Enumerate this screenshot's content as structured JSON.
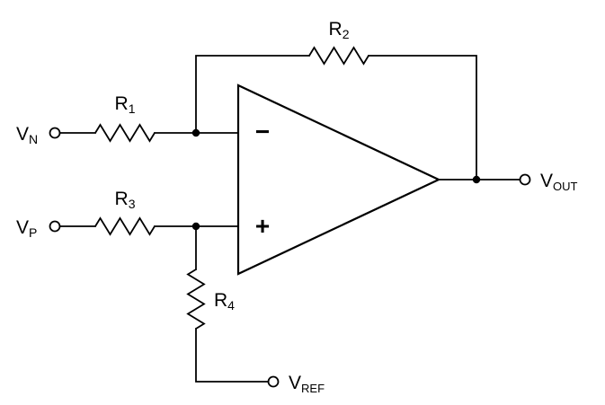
{
  "components": {
    "r1": {
      "name": "R",
      "sub": "1"
    },
    "r2": {
      "name": "R",
      "sub": "2"
    },
    "r3": {
      "name": "R",
      "sub": "3"
    },
    "r4": {
      "name": "R",
      "sub": "4"
    }
  },
  "terminals": {
    "vn": {
      "name": "V",
      "sub": "N"
    },
    "vp": {
      "name": "V",
      "sub": "P"
    },
    "vout": {
      "name": "V",
      "sub": "OUT"
    },
    "vref": {
      "name": "V",
      "sub": "REF"
    }
  },
  "opamp": {
    "inverting_sign": "−",
    "noninverting_sign": "+"
  },
  "colors": {
    "stroke": "#000000",
    "background": "#ffffff"
  }
}
